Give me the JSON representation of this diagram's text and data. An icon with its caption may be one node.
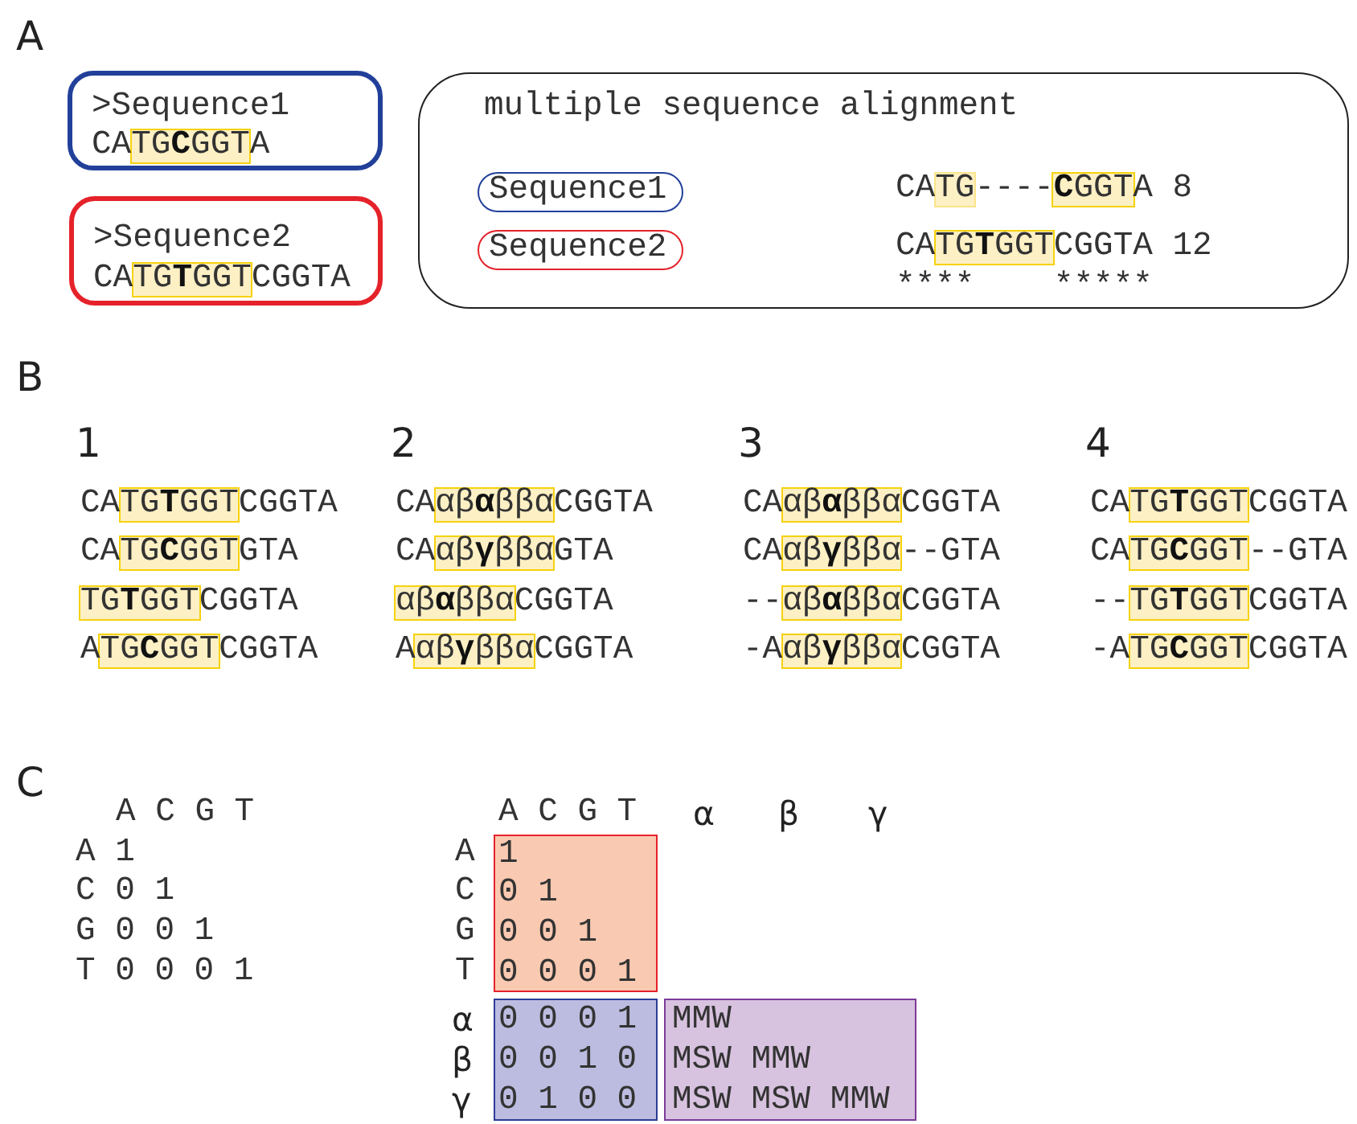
{
  "diagram": {
    "nodes": [
      {
        "text": [
          ">Sequence1",
          "CATG**C**GGTA"
        ]
      },
      {
        "text": [
          ">Sequence2",
          "CATG**T**GGTCGGTA"
        ]
      },
      {
        "text": [
          "multiple sequence alignment"
        ]
      },
      {
        "text": [
          "Sequence1"
        ],
        "in": 2
      },
      {
        "text": [
          "Sequence2"
        ],
        "in": 2
      },
      {
        "text": [
          "1",
          "0 1",
          "0 0 1",
          "0 0 0 1"
        ]
      },
      {
        "text": [
          "0 0 0 1",
          "0 0 1 0",
          "0 1 0 0"
        ]
      },
      {
        "text": [
          "MMW",
          "MSW MMW",
          "MSW MSW MMW"
        ]
      }
    ],
    "labels": [
      "A",
      "CATG----**C**GGTA 8",
      "CATG**T**GGTCGGTA 12",
      "****    *****",
      "B",
      "1",
      "2",
      "3",
      "4",
      "CATG**T**GGTCGGTA",
      "CAαβ**α**ββαCGGTA",
      "CAαβ**α**ββαCGGTA",
      "CATG**T**GGTCGGTA",
      "CATG**C**GGTGTA",
      "CAαβ**γ**ββαGTA",
      "CAαβ**γ**ββα--GTA",
      "CATG**C**GGT--GTA",
      "TG**T**GGTCGGTA",
      "αβ**α**ββαCGGTA",
      "--αβ**α**ββαCGGTA",
      "--TG**T**GGTCGGTA",
      "ATG**C**GGTCGGTA",
      "Aαβ**γ**ββαCGGTA",
      "-Aαβ**γ**ββαCGGTA",
      "-ATG**C**GGTCGGTA",
      "C",
      "A C G T",
      "A 1",
      "C 0 1",
      "G 0 0 1",
      "T 0 0 0 1",
      "A C G T",
      "α",
      "β",
      "γ",
      "A",
      "C",
      "G",
      "T",
      "α",
      "β",
      "γ"
    ]
  }
}
